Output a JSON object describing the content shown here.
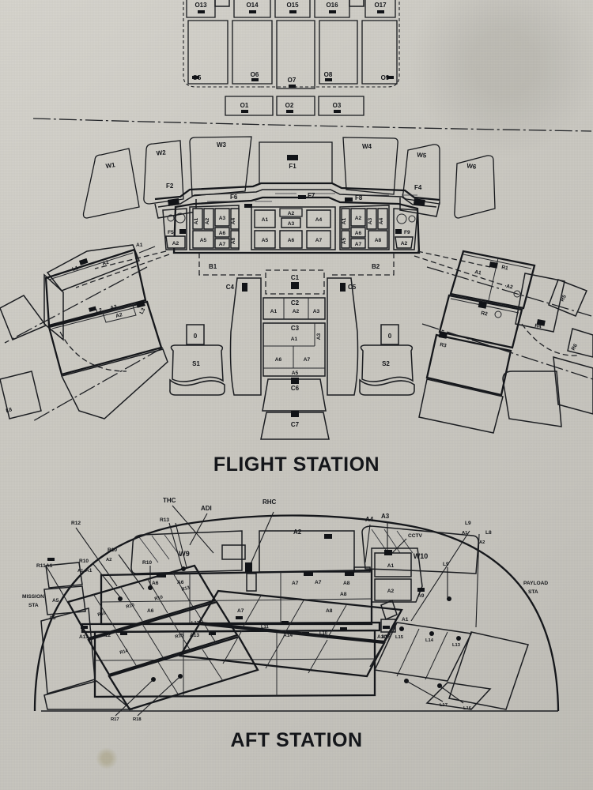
{
  "document": {
    "kind": "technical-line-drawing",
    "subject": "Spacecraft crew compartment panel layout",
    "background_color": "#cbc9c2",
    "ink_color": "#16181c"
  },
  "sections": [
    {
      "id": "overhead",
      "title": ""
    },
    {
      "id": "flight",
      "title": "FLIGHT STATION"
    },
    {
      "id": "aft",
      "title": "AFT STATION"
    }
  ],
  "overhead": {
    "top_row": [
      "O13",
      "O14",
      "O15",
      "O16",
      "O17"
    ],
    "mid_row": [
      "O5",
      "O6",
      "O7",
      "O8",
      "O9"
    ],
    "bottom_row": [
      "O1",
      "O2",
      "O3"
    ]
  },
  "flight_station": {
    "title": "FLIGHT STATION",
    "windows": [
      "W1",
      "W2",
      "W3",
      "W4",
      "W5",
      "W6"
    ],
    "glareshield": [
      "F1",
      "F2",
      "F4"
    ],
    "forward_panels": [
      "F5",
      "F6",
      "F7",
      "F8",
      "F9"
    ],
    "f6_cells": [
      "A1",
      "A2",
      "A3",
      "A4",
      "A5",
      "A6",
      "A7",
      "A8"
    ],
    "f6_extra": [
      "A2"
    ],
    "f7_cells": [
      "A1",
      "A2",
      "A3",
      "A4",
      "A5",
      "A6",
      "A7"
    ],
    "f8_cells": [
      "A1",
      "A2",
      "A3",
      "A4",
      "A5",
      "A6",
      "A7",
      "A8"
    ],
    "f5_cells": [
      "A2"
    ],
    "f9_cells": [
      "A2"
    ],
    "bay_labels": [
      "B1",
      "B2"
    ],
    "center_console": [
      "C1",
      "C2",
      "C3",
      "C4",
      "C5",
      "C6",
      "C7"
    ],
    "c2_cells": [
      "A1",
      "A2",
      "A3"
    ],
    "c3_cells": [
      "A1",
      "A3",
      "A6",
      "A7"
    ],
    "c5_row": [
      "A5"
    ],
    "left_console": [
      "L1",
      "L2",
      "L3",
      "L8"
    ],
    "left_cells": [
      "A1",
      "A2",
      "A3"
    ],
    "right_console": [
      "R1",
      "R2",
      "R3",
      "R4",
      "R5",
      "R6"
    ],
    "right_cells": [
      "A1",
      "A2"
    ],
    "seats": [
      "S1",
      "S2"
    ],
    "seat_headrest": "0"
  },
  "aft_station": {
    "title": "AFT STATION",
    "windows": [
      "W9",
      "W10"
    ],
    "controls": [
      "THC",
      "ADI",
      "RHC",
      "CCTV"
    ],
    "station_labels": [
      "MISSION STA",
      "PAYLOAD STA"
    ],
    "panels_a": [
      "A1",
      "A2",
      "A3",
      "A4",
      "A5",
      "A6",
      "A7",
      "A8",
      "A9",
      "A10",
      "A11",
      "A12",
      "A13",
      "A14",
      "A15"
    ],
    "panels_r": [
      "R10",
      "R10",
      "R10",
      "R11",
      "R12",
      "R13",
      "R14",
      "R15",
      "R16",
      "R17",
      "R18"
    ],
    "panels_l": [
      "L8",
      "L9",
      "L9",
      "L10",
      "L11",
      "L12",
      "L13",
      "L14",
      "L15",
      "L16",
      "L17"
    ],
    "breakers": [
      "A1",
      "A2",
      "A3",
      "A5",
      "A6",
      "A7",
      "A8"
    ],
    "sill_labels": [
      "A11",
      "A12",
      "A13",
      "A14",
      "A15"
    ]
  }
}
